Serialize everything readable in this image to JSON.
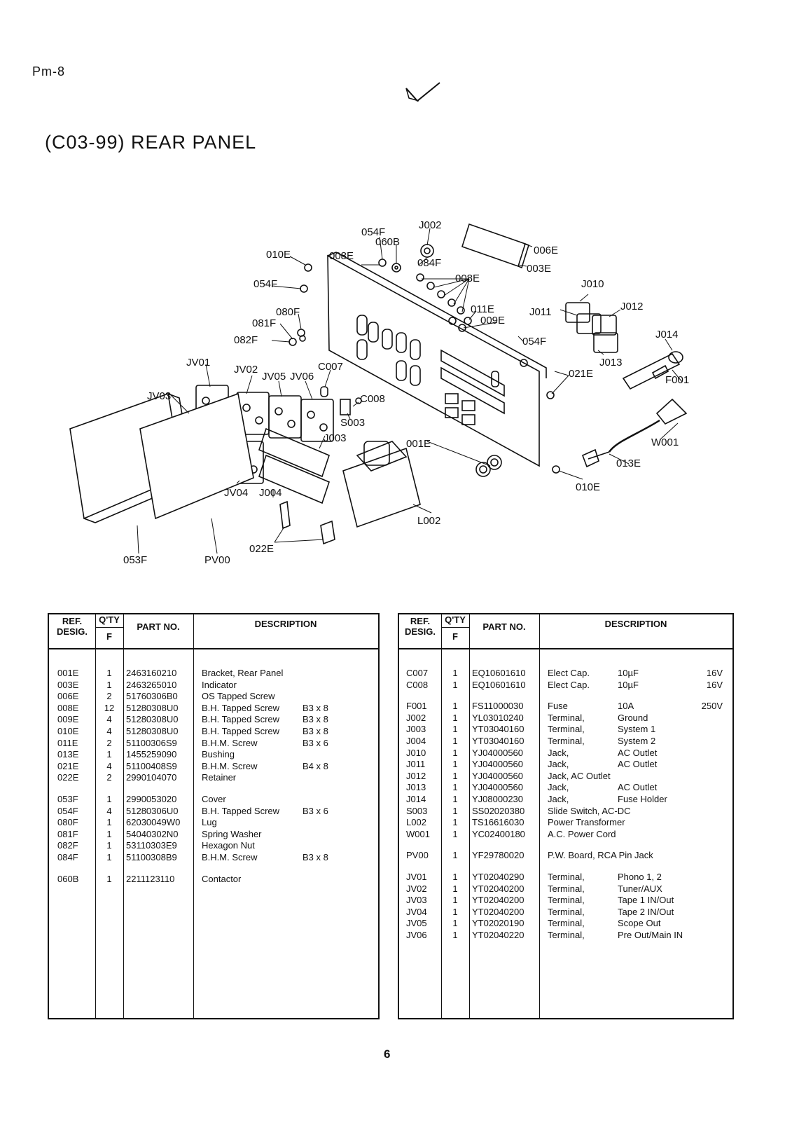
{
  "page_id": "Pm-8",
  "title": "(C03-99) REAR PANEL",
  "page_number": "6",
  "diagram_labels": [
    {
      "id": "054F",
      "text": "054F"
    },
    {
      "id": "J002",
      "text": "J002"
    },
    {
      "id": "060B",
      "text": "060B"
    },
    {
      "id": "010E-a",
      "text": "010E"
    },
    {
      "id": "008E-a",
      "text": "008E"
    },
    {
      "id": "084F",
      "text": "084F"
    },
    {
      "id": "006E",
      "text": "006E"
    },
    {
      "id": "003E",
      "text": "003E"
    },
    {
      "id": "054F-b",
      "text": "054F"
    },
    {
      "id": "008E-b",
      "text": "008E"
    },
    {
      "id": "J010",
      "text": "J010"
    },
    {
      "id": "011E",
      "text": "011E"
    },
    {
      "id": "J011",
      "text": "J011"
    },
    {
      "id": "J012",
      "text": "J012"
    },
    {
      "id": "080F",
      "text": "080F"
    },
    {
      "id": "009E",
      "text": "009E"
    },
    {
      "id": "081F",
      "text": "081F"
    },
    {
      "id": "054F-c",
      "text": "054F"
    },
    {
      "id": "J014",
      "text": "J014"
    },
    {
      "id": "082F",
      "text": "082F"
    },
    {
      "id": "J013",
      "text": "J013"
    },
    {
      "id": "JV01",
      "text": "JV01"
    },
    {
      "id": "021E",
      "text": "021E"
    },
    {
      "id": "C007",
      "text": "C007"
    },
    {
      "id": "JV02",
      "text": "JV02"
    },
    {
      "id": "JV05",
      "text": "JV05"
    },
    {
      "id": "JV06",
      "text": "JV06"
    },
    {
      "id": "F001",
      "text": "F001"
    },
    {
      "id": "JV03",
      "text": "JV03"
    },
    {
      "id": "C008",
      "text": "C008"
    },
    {
      "id": "S003",
      "text": "S003"
    },
    {
      "id": "J003",
      "text": "J003"
    },
    {
      "id": "W001",
      "text": "W001"
    },
    {
      "id": "001E",
      "text": "001E"
    },
    {
      "id": "013E",
      "text": "013E"
    },
    {
      "id": "JV04",
      "text": "JV04"
    },
    {
      "id": "J004",
      "text": "J004"
    },
    {
      "id": "010E-b",
      "text": "010E"
    },
    {
      "id": "L002",
      "text": "L002"
    },
    {
      "id": "022E",
      "text": "022E"
    },
    {
      "id": "053F",
      "text": "053F"
    },
    {
      "id": "PV00",
      "text": "PV00"
    }
  ],
  "table_headers": {
    "ref_line1": "REF.",
    "ref_line2": "DESIG.",
    "qty_line1": "Q'TY",
    "qty_line2": "F",
    "part_no": "PART NO.",
    "description": "DESCRIPTION"
  },
  "left_table": [
    {
      "ref": "001E",
      "qty": "1",
      "part": "2463160210",
      "desc": "Bracket, Rear Panel",
      "spec": ""
    },
    {
      "ref": "003E",
      "qty": "1",
      "part": "2463265010",
      "desc": "Indicator",
      "spec": ""
    },
    {
      "ref": "006E",
      "qty": "2",
      "part": "51760306B0",
      "desc": "OS Tapped Screw",
      "spec": ""
    },
    {
      "ref": "008E",
      "qty": "12",
      "part": "51280308U0",
      "desc": "B.H. Tapped Screw",
      "spec": "B3 x 8"
    },
    {
      "ref": "009E",
      "qty": "4",
      "part": "51280308U0",
      "desc": "B.H. Tapped Screw",
      "spec": "B3 x 8"
    },
    {
      "ref": "010E",
      "qty": "4",
      "part": "51280308U0",
      "desc": "B.H. Tapped Screw",
      "spec": "B3 x 8"
    },
    {
      "ref": "011E",
      "qty": "2",
      "part": "51100306S9",
      "desc": "B.H.M. Screw",
      "spec": "B3 x 6"
    },
    {
      "ref": "013E",
      "qty": "1",
      "part": "1455259090",
      "desc": "Bushing",
      "spec": ""
    },
    {
      "ref": "021E",
      "qty": "4",
      "part": "51100408S9",
      "desc": "B.H.M. Screw",
      "spec": "B4 x 8"
    },
    {
      "ref": "022E",
      "qty": "2",
      "part": "2990104070",
      "desc": "Retainer",
      "spec": ""
    },
    {
      "ref": "053F",
      "qty": "1",
      "part": "2990053020",
      "desc": "Cover",
      "spec": "",
      "gap": true
    },
    {
      "ref": "054F",
      "qty": "4",
      "part": "51280306U0",
      "desc": "B.H. Tapped Screw",
      "spec": "B3 x 6"
    },
    {
      "ref": "080F",
      "qty": "1",
      "part": "62030049W0",
      "desc": "Lug",
      "spec": ""
    },
    {
      "ref": "081F",
      "qty": "1",
      "part": "54040302N0",
      "desc": "Spring Washer",
      "spec": ""
    },
    {
      "ref": "082F",
      "qty": "1",
      "part": "53110303E9",
      "desc": "Hexagon Nut",
      "spec": ""
    },
    {
      "ref": "084F",
      "qty": "1",
      "part": "51100308B9",
      "desc": "B.H.M. Screw",
      "spec": "B3 x 8"
    },
    {
      "ref": "060B",
      "qty": "1",
      "part": "2211123110",
      "desc": "Contactor",
      "spec": "",
      "gap": true
    }
  ],
  "right_table": [
    {
      "ref": "C007",
      "qty": "1",
      "part": "EQ10601610",
      "desc": "Elect Cap.",
      "spec": "10µF",
      "val": "16V"
    },
    {
      "ref": "C008",
      "qty": "1",
      "part": "EQ10601610",
      "desc": "Elect Cap.",
      "spec": "10µF",
      "val": "16V"
    },
    {
      "ref": "F001",
      "qty": "1",
      "part": "FS11000030",
      "desc": "Fuse",
      "spec": "10A",
      "val": "250V",
      "gap": true
    },
    {
      "ref": "J002",
      "qty": "1",
      "part": "YL03010240",
      "desc": "Terminal,",
      "spec": "Ground",
      "val": ""
    },
    {
      "ref": "J003",
      "qty": "1",
      "part": "YT03040160",
      "desc": "Terminal,",
      "spec": "System 1",
      "val": ""
    },
    {
      "ref": "J004",
      "qty": "1",
      "part": "YT03040160",
      "desc": "Terminal,",
      "spec": "System 2",
      "val": ""
    },
    {
      "ref": "J010",
      "qty": "1",
      "part": "YJ04000560",
      "desc": "Jack,",
      "spec": "AC Outlet",
      "val": ""
    },
    {
      "ref": "J011",
      "qty": "1",
      "part": "YJ04000560",
      "desc": "Jack,",
      "spec": "AC Outlet",
      "val": ""
    },
    {
      "ref": "J012",
      "qty": "1",
      "part": "YJ04000560",
      "desc": "Jack, AC Outlet",
      "spec": "",
      "val": ""
    },
    {
      "ref": "J013",
      "qty": "1",
      "part": "YJ04000560",
      "desc": "Jack,",
      "spec": "AC Outlet",
      "val": ""
    },
    {
      "ref": "J014",
      "qty": "1",
      "part": "YJ08000230",
      "desc": "Jack,",
      "spec": "Fuse Holder",
      "val": ""
    },
    {
      "ref": "S003",
      "qty": "1",
      "part": "SS02020380",
      "desc": "Slide Switch, AC-DC",
      "spec": "",
      "val": ""
    },
    {
      "ref": "L002",
      "qty": "1",
      "part": "TS16616030",
      "desc": "Power Transformer",
      "spec": "",
      "val": ""
    },
    {
      "ref": "W001",
      "qty": "1",
      "part": "YC02400180",
      "desc": "A.C. Power Cord",
      "spec": "",
      "val": ""
    },
    {
      "ref": "PV00",
      "qty": "1",
      "part": "YF29780020",
      "desc": "P.W. Board, RCA Pin Jack",
      "spec": "",
      "val": "",
      "gap": true
    },
    {
      "ref": "JV01",
      "qty": "1",
      "part": "YT02040290",
      "desc": "Terminal,",
      "spec": "Phono 1, 2",
      "val": "",
      "gap": true
    },
    {
      "ref": "JV02",
      "qty": "1",
      "part": "YT02040200",
      "desc": "Terminal,",
      "spec": "Tuner/AUX",
      "val": ""
    },
    {
      "ref": "JV03",
      "qty": "1",
      "part": "YT02040200",
      "desc": "Terminal,",
      "spec": "Tape 1 IN/Out",
      "val": ""
    },
    {
      "ref": "JV04",
      "qty": "1",
      "part": "YT02040200",
      "desc": "Terminal,",
      "spec": "Tape 2 IN/Out",
      "val": ""
    },
    {
      "ref": "JV05",
      "qty": "1",
      "part": "YT02020190",
      "desc": "Terminal,",
      "spec": "Scope Out",
      "val": ""
    },
    {
      "ref": "JV06",
      "qty": "1",
      "part": "YT02040220",
      "desc": "Terminal,",
      "spec": "Pre Out/Main IN",
      "val": ""
    }
  ]
}
